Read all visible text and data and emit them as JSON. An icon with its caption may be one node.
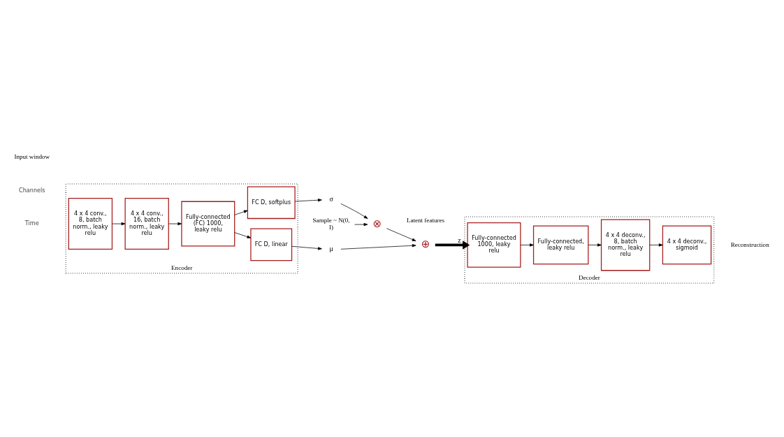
{
  "diagram": {
    "nodes": [
      {
        "text": [
          "Encoder"
        ]
      },
      {
        "text": [
          "4 x 4 conv., 8, batch norm., leaky relu"
        ],
        "in": 0
      },
      {
        "text": [
          "4 x 4 conv., 16, batch norm., leaky relu"
        ],
        "in": 0
      },
      {
        "text": [
          "Fully-connected (FC) 1000, leaky relu"
        ],
        "in": 0
      },
      {
        "text": [
          "FC D, linear"
        ],
        "in": 0
      },
      {
        "text": [
          "FC D, softplus"
        ],
        "in": 0
      },
      {
        "text": [
          "μ"
        ]
      },
      {
        "text": [
          "σ"
        ]
      },
      {
        "text": [
          "⊕"
        ]
      },
      {
        "text": [
          "⊗"
        ]
      },
      {
        "text": [
          "Sample ~ N(0, I)"
        ]
      },
      {
        "text": [
          "Decoder"
        ]
      },
      {
        "text": [
          "Fully-connected 1000, leaky relu"
        ],
        "in": 11
      },
      {
        "text": [
          "Fully-connected, leaky relu"
        ],
        "in": 11
      },
      {
        "text": [
          "4 x 4 deconv., 8, batch norm., leaky relu"
        ],
        "in": 11
      },
      {
        "text": [
          "4 x 4 deconv., sigmoid"
        ],
        "in": 11
      }
    ],
    "edges": [
      {
        "from": 1,
        "to": 2,
        "arrow": "to"
      },
      {
        "from": 2,
        "to": 3,
        "arrow": "to"
      },
      {
        "from": 3,
        "to": 4,
        "arrow": "to"
      },
      {
        "from": 3,
        "to": 5,
        "arrow": "to"
      },
      {
        "from": 4,
        "to": 6,
        "arrow": "to"
      },
      {
        "from": 5,
        "to": 7,
        "arrow": "to"
      },
      {
        "from": 6,
        "to": 8,
        "arrow": "to"
      },
      {
        "from": 7,
        "to": 9,
        "arrow": "to"
      },
      {
        "from": 10,
        "to": 9,
        "arrow": "to"
      },
      {
        "from": 9,
        "to": 8,
        "arrow": "to"
      },
      {
        "from": 8,
        "to": 12,
        "arrow": "to",
        "label": "z",
        "style": "thick"
      },
      {
        "from": 12,
        "to": 13,
        "arrow": "to"
      },
      {
        "from": 13,
        "to": 14,
        "arrow": "to"
      },
      {
        "from": 14,
        "to": 15,
        "arrow": "to"
      }
    ],
    "labels": [
      "Input window",
      "Channels",
      "Time",
      "Latent features",
      "Reconstruction"
    ]
  }
}
